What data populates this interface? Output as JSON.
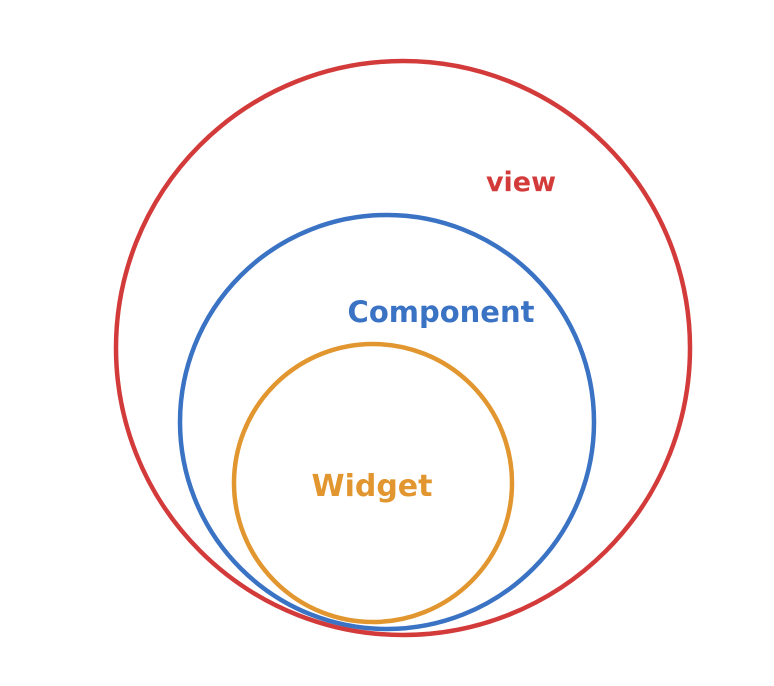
{
  "diagram": {
    "circles": [
      {
        "id": "view",
        "label": "view",
        "color": "#d33b3b"
      },
      {
        "id": "component",
        "label": "Component",
        "color": "#3a72c4"
      },
      {
        "id": "widget",
        "label": "Widget",
        "color": "#e2962f"
      }
    ]
  }
}
